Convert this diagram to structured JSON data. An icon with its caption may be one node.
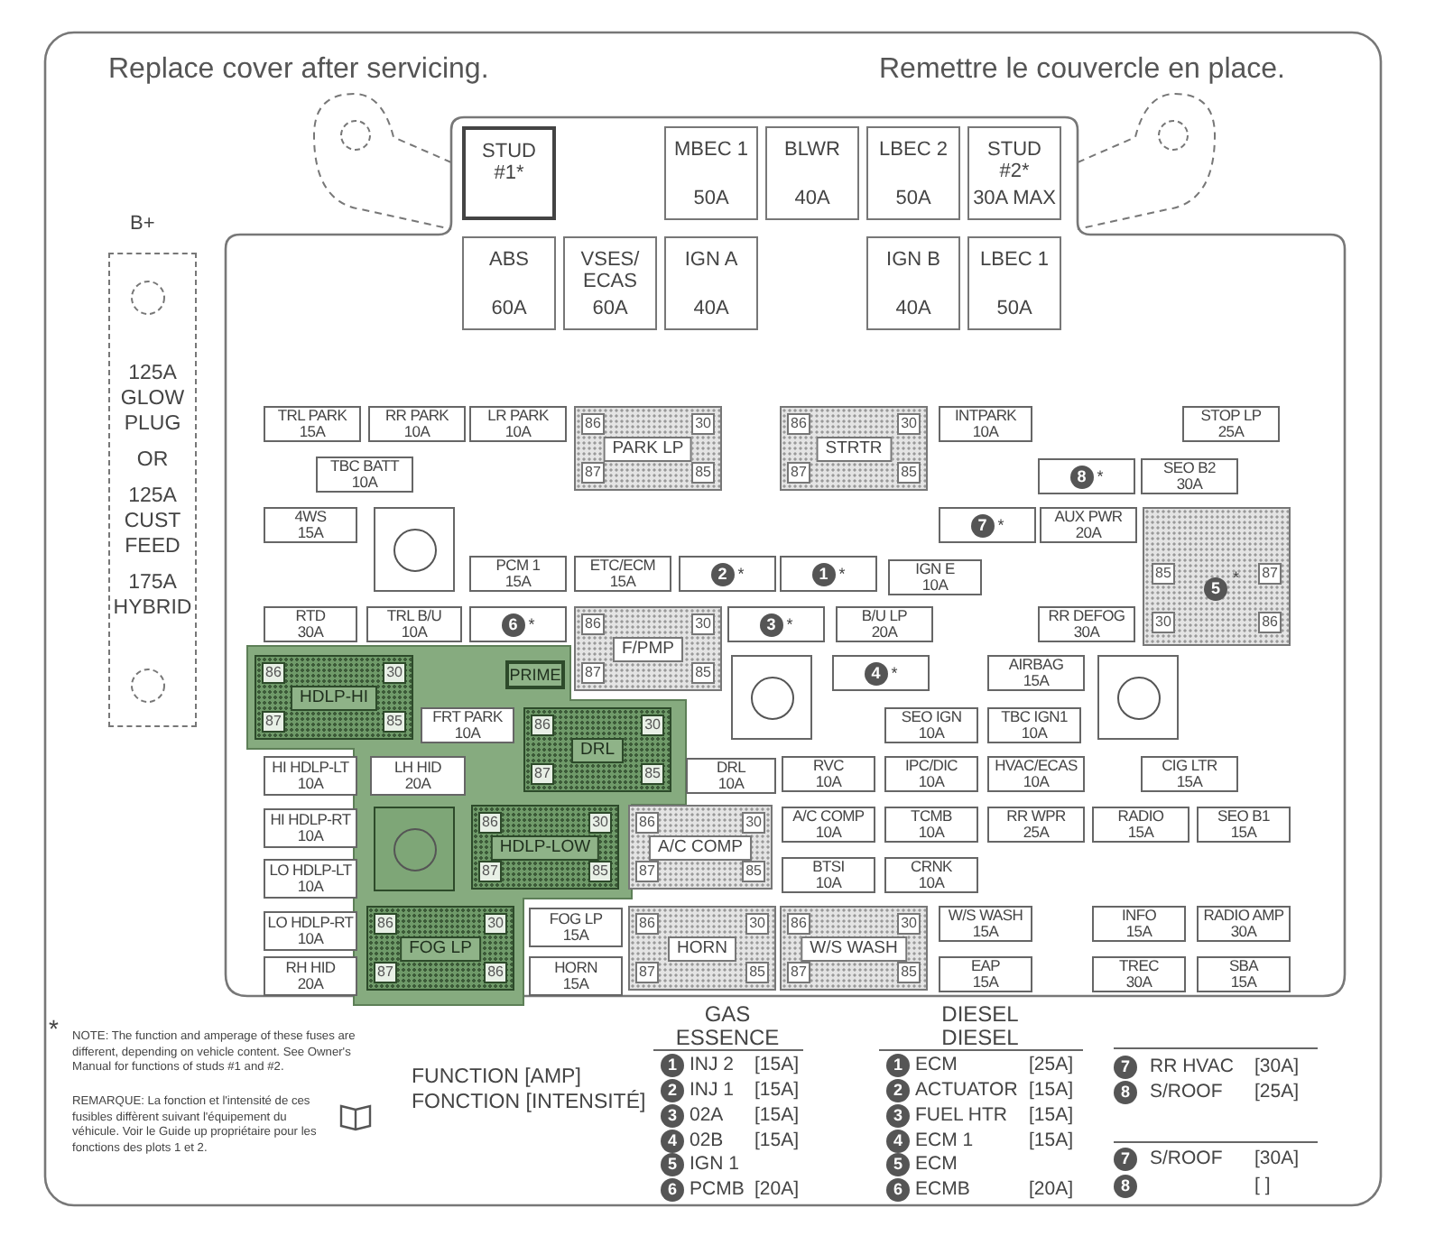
{
  "diagram": {
    "nodes": [
      {
        "text": [
          "STUD #1*"
        ]
      },
      {
        "text": [
          "MBEC 1",
          "50A"
        ]
      },
      {
        "text": [
          "BLWR",
          "40A"
        ]
      },
      {
        "text": [
          "LBEC 2",
          "50A"
        ]
      },
      {
        "text": [
          "STUD #2*",
          "30A MAX"
        ]
      },
      {
        "text": [
          "ABS",
          "60A"
        ]
      },
      {
        "text": [
          "VSES/ ECAS",
          "60A"
        ]
      },
      {
        "text": [
          "IGN A",
          "40A"
        ]
      },
      {
        "text": [
          "IGN B",
          "40A"
        ]
      },
      {
        "text": [
          "LBEC 1",
          "50A"
        ]
      },
      {
        "text": [
          "125A GLOW PLUG",
          "OR",
          "125A CUST FEED",
          "175A HYBRID"
        ],
        "beside": [
          "B+"
        ]
      },
      {
        "text": [
          "TRL PARK",
          "15A"
        ]
      },
      {
        "text": [
          "RR PARK",
          "10A"
        ]
      },
      {
        "text": [
          "LR PARK",
          "10A"
        ]
      },
      {
        "text": [
          "86",
          "30",
          "PARK LP",
          "87",
          "85"
        ]
      },
      {
        "text": [
          "86",
          "30",
          "STRTR",
          "87",
          "85"
        ]
      },
      {
        "text": [
          "INTPARK",
          "10A"
        ]
      },
      {
        "text": [
          "STOP LP",
          "25A"
        ]
      },
      {
        "text": [
          "TBC BATT",
          "10A"
        ]
      },
      {
        "text": [
          "8",
          "*"
        ]
      },
      {
        "text": [
          "SEO B2",
          "30A"
        ]
      },
      {
        "text": [
          "4WS",
          "15A"
        ]
      },
      {
        "text": [],
        "shape": "box"
      },
      {
        "text": [
          "7",
          "*"
        ]
      },
      {
        "text": [
          "AUX PWR",
          "20A"
        ]
      },
      {
        "text": [
          "85",
          "87",
          "5",
          "*",
          "30",
          "86"
        ]
      },
      {
        "text": [
          "PCM 1",
          "15A"
        ]
      },
      {
        "text": [
          "ETC/ECM",
          "15A"
        ]
      },
      {
        "text": [
          "2",
          "*"
        ]
      },
      {
        "text": [
          "1",
          "*"
        ]
      },
      {
        "text": [
          "IGN E",
          "10A"
        ]
      },
      {
        "text": [
          "RTD",
          "30A"
        ]
      },
      {
        "text": [
          "TRL B/U",
          "10A"
        ]
      },
      {
        "text": [
          "6",
          "*"
        ]
      },
      {
        "text": [
          "86",
          "30",
          "F/PMP",
          "87",
          "85"
        ]
      },
      {
        "text": [
          "3",
          "*"
        ]
      },
      {
        "text": [
          "B/U LP",
          "20A"
        ]
      },
      {
        "text": [
          "RR DEFOG",
          "30A"
        ]
      },
      {
        "text": [
          "86",
          "30",
          "HDLP-HI",
          "87",
          "85"
        ]
      },
      {
        "text": [
          "PRIME"
        ]
      },
      {
        "text": [],
        "shape": "box"
      },
      {
        "text": [
          "4",
          "*"
        ]
      },
      {
        "text": [
          "AIRBAG",
          "15A"
        ]
      },
      {
        "text": [],
        "shape": "box"
      },
      {
        "text": [
          "FRT PARK",
          "10A"
        ]
      },
      {
        "text": [
          "86",
          "30",
          "DRL",
          "87",
          "85"
        ]
      },
      {
        "text": [
          "SEO IGN",
          "10A"
        ]
      },
      {
        "text": [
          "TBC IGN1",
          "10A"
        ]
      },
      {
        "text": [
          "HI HDLP-LT",
          "10A"
        ]
      },
      {
        "text": [
          "LH HID",
          "20A"
        ]
      },
      {
        "text": [
          "DRL",
          "10A"
        ]
      },
      {
        "text": [
          "RVC",
          "10A"
        ]
      },
      {
        "text": [
          "IPC/DIC",
          "10A"
        ]
      },
      {
        "text": [
          "HVAC/ECAS",
          "10A"
        ]
      },
      {
        "text": [
          "CIG LTR",
          "15A"
        ]
      },
      {
        "text": [
          "HI HDLP-RT",
          "10A"
        ]
      },
      {
        "text": [],
        "shape": "box"
      },
      {
        "text": [
          "86",
          "30",
          "HDLP-LOW",
          "87",
          "85"
        ]
      },
      {
        "text": [
          "86",
          "30",
          "A/C COMP",
          "87",
          "85"
        ]
      },
      {
        "text": [
          "A/C COMP",
          "10A"
        ]
      },
      {
        "text": [
          "TCMB",
          "10A"
        ]
      },
      {
        "text": [
          "RR WPR",
          "25A"
        ]
      },
      {
        "text": [
          "RADIO",
          "15A"
        ]
      },
      {
        "text": [
          "SEO B1",
          "15A"
        ]
      },
      {
        "text": [
          "LO HDLP-LT",
          "10A"
        ]
      },
      {
        "text": [
          "BTSI",
          "10A"
        ]
      },
      {
        "text": [
          "CRNK",
          "10A"
        ]
      },
      {
        "text": [
          "LO HDLP-RT",
          "10A"
        ]
      },
      {
        "text": [
          "86",
          "30",
          "FOG LP",
          "87",
          "86"
        ]
      },
      {
        "text": [
          "FOG LP",
          "15A"
        ]
      },
      {
        "text": [
          "86",
          "30",
          "HORN",
          "87",
          "85"
        ]
      },
      {
        "text": [
          "86",
          "30",
          "W/S WASH",
          "87",
          "85"
        ]
      },
      {
        "text": [
          "W/S WASH",
          "15A"
        ]
      },
      {
        "text": [
          "INFO",
          "15A"
        ]
      },
      {
        "text": [
          "RADIO AMP",
          "30A"
        ]
      },
      {
        "text": [
          "RH HID",
          "20A"
        ]
      },
      {
        "text": [
          "HORN",
          "15A"
        ]
      },
      {
        "text": [
          "EAP",
          "15A"
        ]
      },
      {
        "text": [
          "TREC",
          "30A"
        ]
      },
      {
        "text": [
          "SBA",
          "15A"
        ]
      }
    ],
    "labels": [
      "Replace cover after servicing.",
      "Remettre le couvercle en place.",
      "*",
      "NOTE: The function and amperage of these fuses are different, depending on vehicle content. See Owner's Manual for functions of studs #1 and #2.",
      "REMARQUE: La fonction et l'intensité de ces fusibles diffèrent suivant l'équipement du véhicule. Voir le Guide up propriétaire pour les fonctions des plots 1 et 2.",
      "FUNCTION [AMP]",
      "FONCTION [INTENSITÉ]",
      "GAS",
      "ESSENCE",
      "1",
      "INJ 2",
      "[15A]",
      "2",
      "INJ 1",
      "[15A]",
      "3",
      "02A",
      "[15A]",
      "4",
      "02B",
      "[15A]",
      "5",
      "IGN 1",
      "6",
      "PCMB",
      "[20A]",
      "DIESEL",
      "DIESEL",
      "1",
      "ECM",
      "[25A]",
      "2",
      "ACTUATOR",
      "[15A]",
      "3",
      "FUEL HTR",
      "[15A]",
      "4",
      "ECM 1",
      "[15A]",
      "5",
      "ECM",
      "6",
      "ECMB",
      "[20A]",
      "7",
      "RR HVAC",
      "[30A]",
      "8",
      "S/ROOF",
      "[25A]",
      "7",
      "S/ROOF",
      "[30A]",
      "8",
      "[ ]"
    ]
  }
}
